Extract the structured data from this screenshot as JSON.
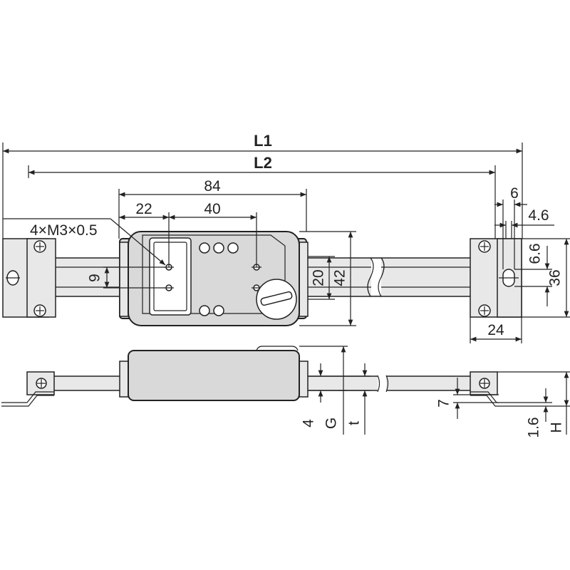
{
  "drawing": {
    "dimensions": {
      "l1": "L1",
      "l2": "L2",
      "d84": "84",
      "d22": "22",
      "d40": "40",
      "thread": "4×M3×0.5",
      "d9": "9",
      "d20": "20",
      "d42": "42",
      "d6": "6",
      "d4_6": "4.6",
      "d6_6": "6.6",
      "d36": "36",
      "d24": "24",
      "d4": "4",
      "g": "G",
      "t": "t",
      "d7": "7",
      "d1_6": "1.6",
      "h": "H"
    },
    "colors": {
      "line": "#222222",
      "body_fill": "#d9d9d9",
      "light_fill": "#e8e8e8",
      "background": "#ffffff"
    }
  }
}
